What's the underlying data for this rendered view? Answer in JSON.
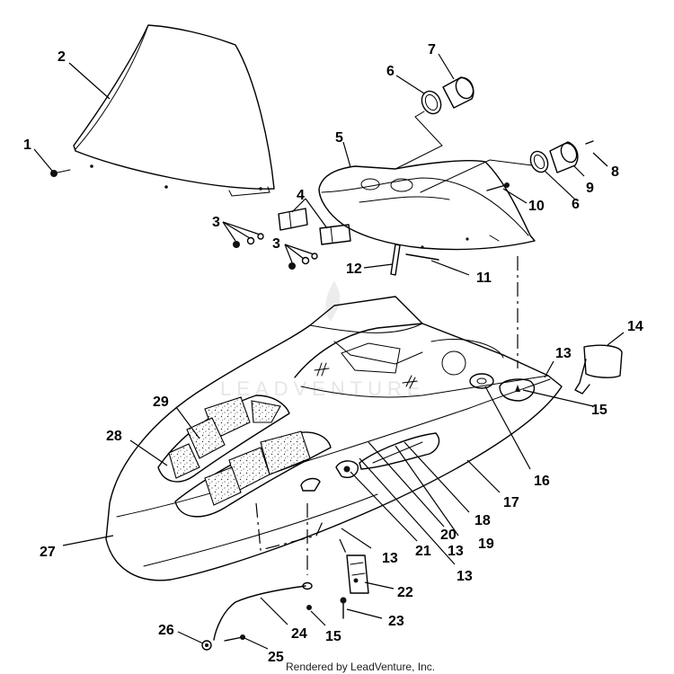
{
  "diagram": {
    "callouts": [
      "1",
      "2",
      "3",
      "3",
      "4",
      "5",
      "6",
      "6",
      "7",
      "8",
      "9",
      "10",
      "11",
      "12",
      "13",
      "13",
      "13",
      "13",
      "14",
      "15",
      "15",
      "16",
      "17",
      "18",
      "19",
      "20",
      "21",
      "22",
      "23",
      "24",
      "25",
      "26",
      "27",
      "28",
      "29"
    ],
    "credit": "Rendered by LeadVenture, Inc.",
    "watermark": "LEADVENTURE"
  }
}
